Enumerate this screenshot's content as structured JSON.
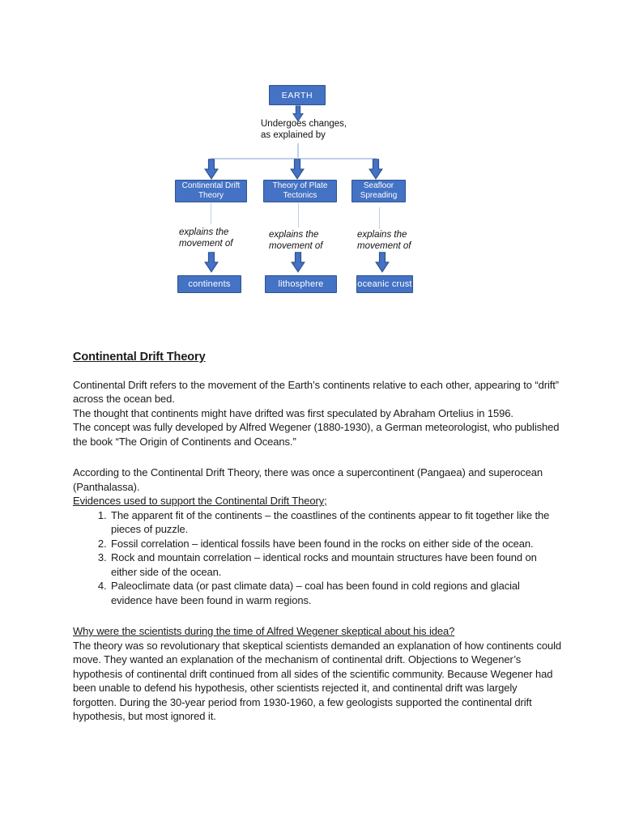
{
  "diagram": {
    "root": {
      "label": "EARTH"
    },
    "root_caption": "Undergoes changes,\nas explained by",
    "branches": [
      {
        "label": "Continental Drift Theory",
        "edge_label": "explains the\nmovement of",
        "target_label": "continents"
      },
      {
        "label": "Theory of Plate Tectonics",
        "edge_label": "explains the\nmovement of",
        "target_label": "lithosphere"
      },
      {
        "label": "Seafloor Spreading",
        "edge_label": "explains the\nmovement of",
        "target_label": "oceanic crust"
      }
    ],
    "colors": {
      "box_fill": "#4472C4",
      "box_border": "#2F528F",
      "connector_line": "#BFD0EA"
    }
  },
  "document": {
    "title": "Continental Drift Theory",
    "intro": [
      "Continental Drift refers to the movement of the Earth’s continents relative to each other, appearing to “drift” across the ocean bed.",
      "The thought that continents might have drifted was first speculated by Abraham Ortelius in 1596.",
      "The concept was fully developed by Alfred Wegener (1880-1930), a German meteorologist, who published the book “The Origin of Continents and Oceans.”"
    ],
    "pangaea_paragraph": "According to the Continental Drift Theory, there was once a supercontinent (Pangaea) and superocean (Panthalassa).",
    "evidence_heading": "Evidences used to support the Continental Drift Theory;",
    "evidence_items": [
      "The apparent fit of the continents – the coastlines of the continents appear to fit together like the pieces of puzzle.",
      "Fossil correlation – identical fossils have been found in the rocks on either side of the ocean.",
      "Rock and mountain correlation – identical rocks and mountain structures have been found on either side of the ocean.",
      "Paleoclimate data (or past climate data) – coal has been found in cold regions and glacial evidence have been found in warm regions."
    ],
    "question_heading": "Why were the scientists during the time of Alfred Wegener skeptical about his idea?",
    "skeptical_paragraph": "The theory was so revolutionary that skeptical scientists demanded an explanation of how continents could move. They wanted an explanation of the mechanism of continental drift. Objections to Wegener’s hypothesis of continental drift continued from all sides of the scientific community. Because Wegener had been unable to defend his hypothesis, other scientists rejected it, and continental drift was largely forgotten. During the 30-year period from 1930-1960, a few geologists supported the continental drift hypothesis, but most ignored it."
  }
}
